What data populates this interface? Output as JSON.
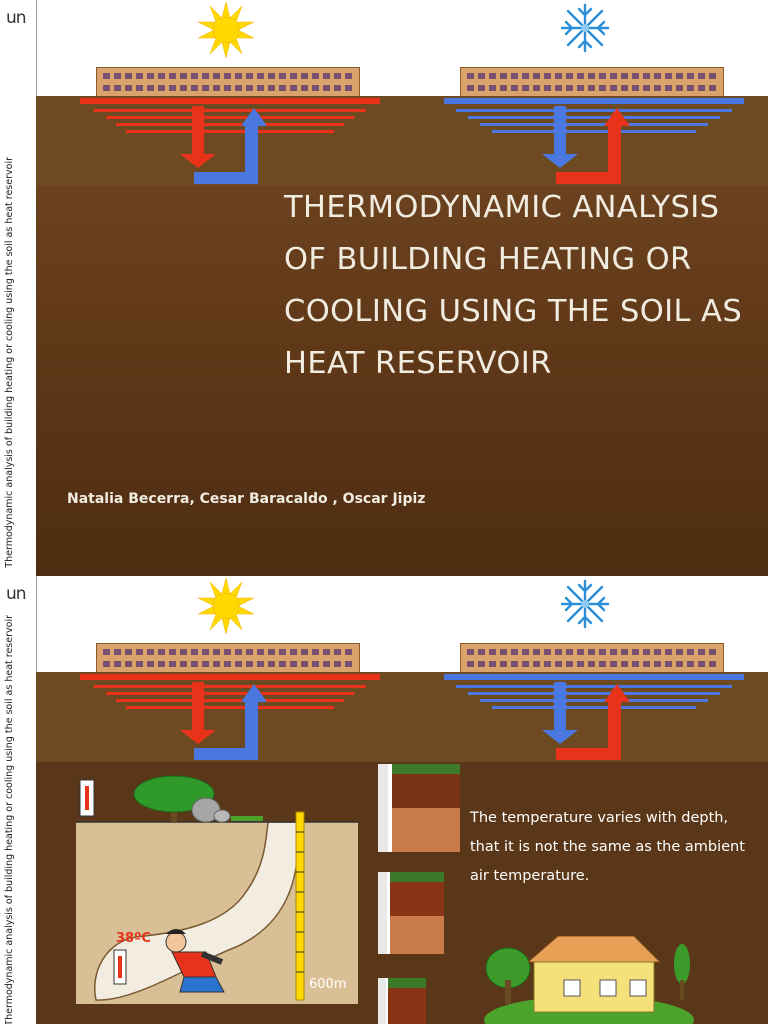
{
  "branding": {
    "logo": "un"
  },
  "slides": [
    {
      "side_text": "Thermodynamic analysis of building heating or cooling using the soil as heat reservoir",
      "title": "Thermodynamic analysis of building heating or cooling using the soil as heat reservoir",
      "authors": "Natalia Becerra, Cesar Baracaldo , Oscar Jipiz"
    },
    {
      "side_text": "Thermodynamic analysis of building heating or cooling using the soil as heat reservoir",
      "body": "The temperature varies with depth, that it is not the same as the ambient air temperature.",
      "cave_temperature": "38ºC",
      "depth_label": "600m"
    }
  ],
  "colors": {
    "soil": "#5a3415",
    "heating_red": "#e8331a",
    "cooling_blue": "#4a78e0",
    "title_text": "#f1ece0"
  },
  "icons": [
    "sun-icon",
    "snowflake-icon",
    "building-icon",
    "thermometer-icon",
    "tree-icon",
    "house-icon"
  ]
}
